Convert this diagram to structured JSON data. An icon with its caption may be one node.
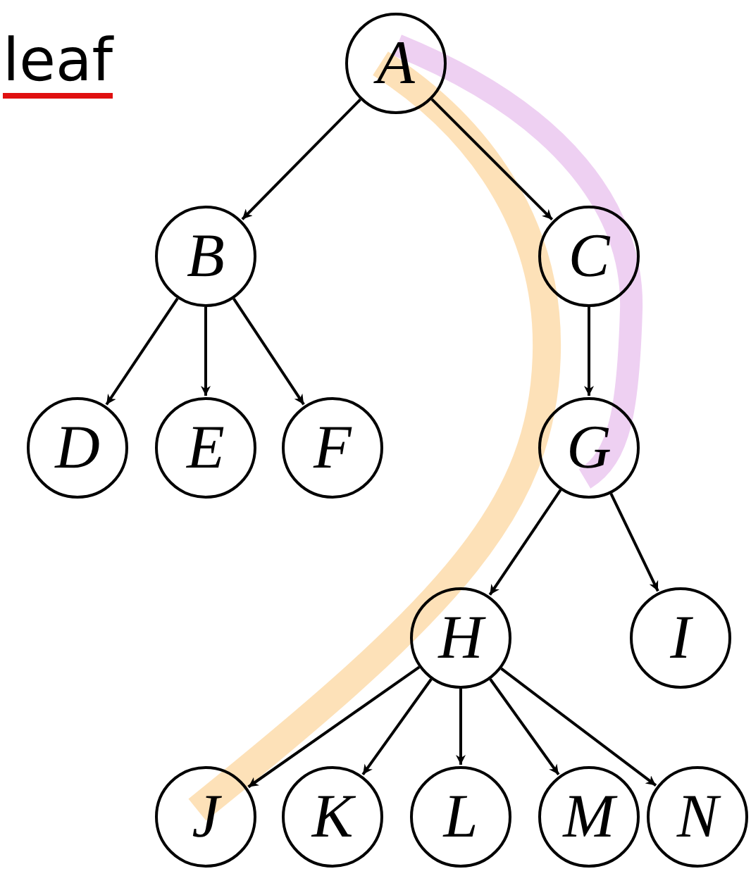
{
  "diagram": {
    "nodes": [
      {
        "text": [
          "A"
        ]
      },
      {
        "text": [
          "B"
        ]
      },
      {
        "text": [
          "C"
        ]
      },
      {
        "text": [
          "D"
        ]
      },
      {
        "text": [
          "E"
        ]
      },
      {
        "text": [
          "F"
        ]
      },
      {
        "text": [
          "G"
        ]
      },
      {
        "text": [
          "H"
        ]
      },
      {
        "text": [
          "I"
        ]
      },
      {
        "text": [
          "J"
        ]
      },
      {
        "text": [
          "K"
        ]
      },
      {
        "text": [
          "L"
        ]
      },
      {
        "text": [
          "M"
        ]
      },
      {
        "text": [
          "N"
        ]
      }
    ],
    "edges": [
      {
        "from": 0,
        "to": 1,
        "arrow": "to"
      },
      {
        "from": 0,
        "to": 2,
        "arrow": "to"
      },
      {
        "from": 1,
        "to": 3,
        "arrow": "to"
      },
      {
        "from": 1,
        "to": 4,
        "arrow": "to"
      },
      {
        "from": 1,
        "to": 5,
        "arrow": "to"
      },
      {
        "from": 2,
        "to": 6,
        "arrow": "to"
      },
      {
        "from": 6,
        "to": 7,
        "arrow": "to"
      },
      {
        "from": 6,
        "to": 8,
        "arrow": "to"
      },
      {
        "from": 7,
        "to": 9,
        "arrow": "to"
      },
      {
        "from": 7,
        "to": 10,
        "arrow": "to"
      },
      {
        "from": 7,
        "to": 11,
        "arrow": "to"
      },
      {
        "from": 7,
        "to": 12,
        "arrow": "to"
      },
      {
        "from": 7,
        "to": 13,
        "arrow": "to"
      }
    ],
    "labels": [
      "leaf"
    ]
  }
}
